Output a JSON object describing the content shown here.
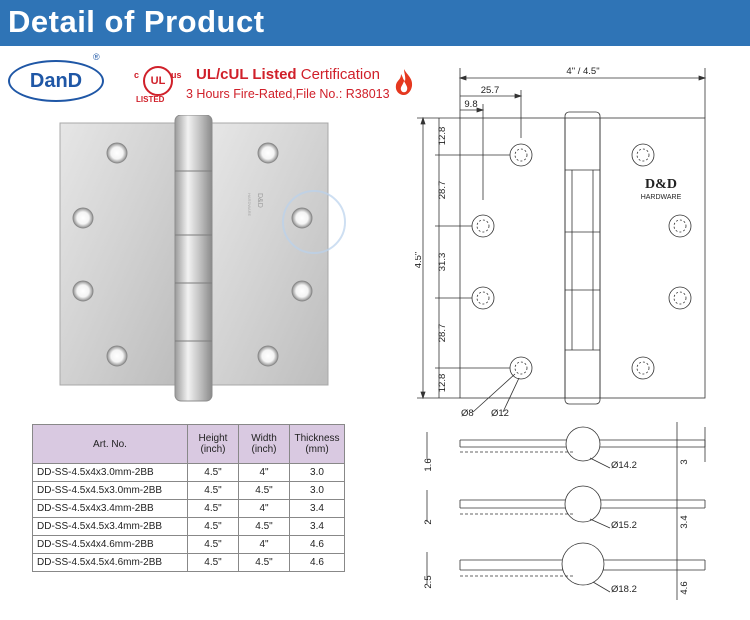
{
  "header": {
    "title": "Detail of Product"
  },
  "brand": {
    "logo_text": "DanD",
    "reg_mark": "®"
  },
  "certification": {
    "mark_text": "UL",
    "mark_c": "c",
    "mark_us": "us",
    "mark_listed": "LISTED",
    "listed_label": "UL/cUL Listed",
    "cert_label": "Certification",
    "fire_rating": "3 Hours Fire-Rated,File No.: R38013"
  },
  "hinge_engraving": {
    "brand": "D&D",
    "sub": "HARDWARE"
  },
  "table": {
    "headers": {
      "art": "Art. No.",
      "height_1": "Height",
      "height_2": "(inch)",
      "width_1": "Width",
      "width_2": "(inch)",
      "thick_1": "Thickness",
      "thick_2": "(mm)"
    },
    "rows": [
      {
        "art": "DD-SS-4.5x4x3.0mm-2BB",
        "height": "4.5\"",
        "width": "4\"",
        "thickness": "3.0"
      },
      {
        "art": "DD-SS-4.5x4.5x3.0mm-2BB",
        "height": "4.5\"",
        "width": "4.5\"",
        "thickness": "3.0"
      },
      {
        "art": "DD-SS-4.5x4x3.4mm-2BB",
        "height": "4.5\"",
        "width": "4\"",
        "thickness": "3.4"
      },
      {
        "art": "DD-SS-4.5x4.5x3.4mm-2BB",
        "height": "4.5\"",
        "width": "4.5\"",
        "thickness": "3.4"
      },
      {
        "art": "DD-SS-4.5x4x4.6mm-2BB",
        "height": "4.5\"",
        "width": "4\"",
        "thickness": "4.6"
      },
      {
        "art": "DD-SS-4.5x4.5x4.6mm-2BB",
        "height": "4.5\"",
        "width": "4.5\"",
        "thickness": "4.6"
      }
    ]
  },
  "drawing": {
    "width_dim": "4\" / 4.5\"",
    "height_dim": "4.5\"",
    "dim_25_7": "25.7",
    "dim_9_8": "9.8",
    "dim_12_8_top": "12.8",
    "dim_28_7_a": "28.7",
    "dim_31_3": "31.3",
    "dim_28_7_b": "28.7",
    "dim_12_8_bottom": "12.8",
    "hole_small": "Ø8",
    "hole_large": "Ø12",
    "plate_brand": "D&D",
    "plate_sub": "HARDWARE",
    "sections": [
      {
        "thick": "1.6",
        "knuckle": "Ø14.2",
        "total": "3"
      },
      {
        "thick": "2",
        "knuckle": "Ø15.2",
        "total": "3.4"
      },
      {
        "thick": "2.5",
        "knuckle": "Ø18.2",
        "total": "4.6"
      }
    ]
  }
}
